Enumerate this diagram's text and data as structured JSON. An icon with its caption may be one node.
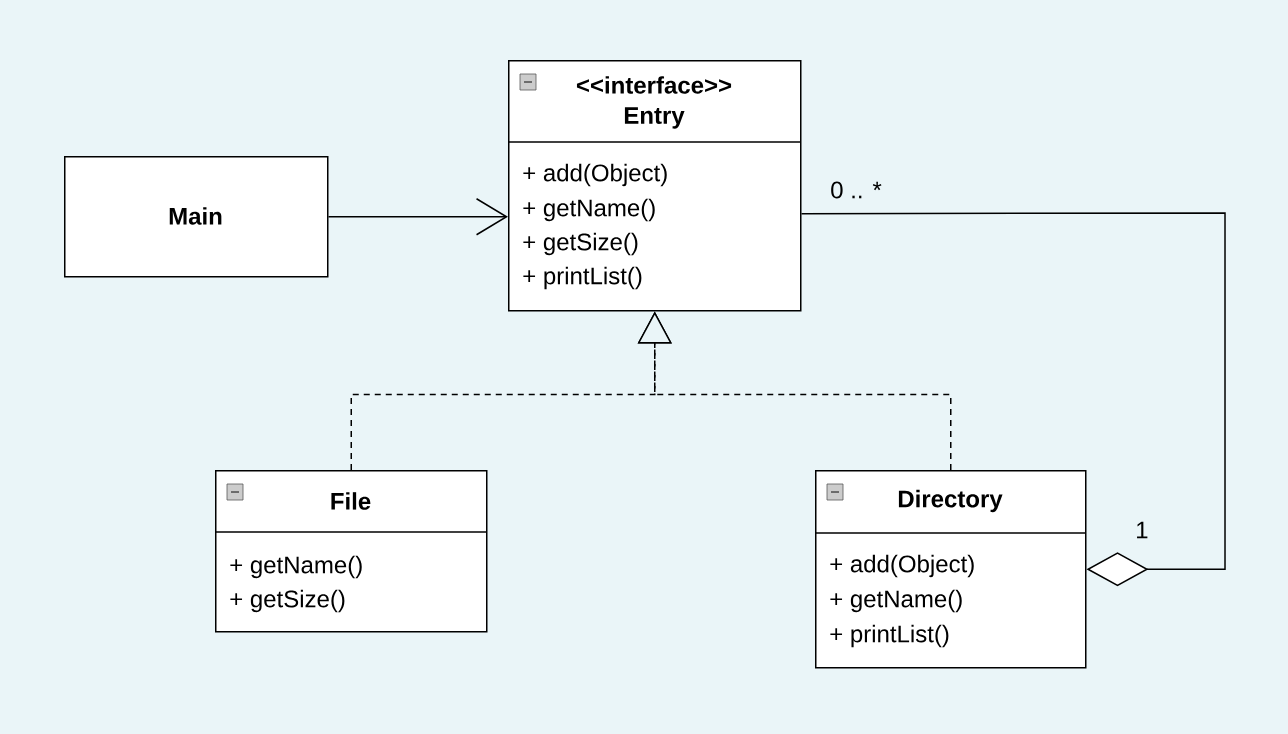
{
  "diagram": {
    "nodes": [
      {
        "text": [
          "Main"
        ]
      },
      {
        "text": [
          "<<interface>>",
          "Entry",
          "+ add(Object)",
          "+ getName()",
          "+ getSize()",
          "+ printList()"
        ]
      },
      {
        "text": [
          "File",
          "+ getName()",
          "+ getSize()"
        ]
      },
      {
        "text": [
          "Directory",
          "+ add(Object)",
          "+ getName()",
          "+ printList()"
        ]
      }
    ],
    "edges": [
      {
        "from": 0,
        "to": 1,
        "arrow": "to"
      },
      {
        "from": 2,
        "to": 1,
        "arrow": "to",
        "style": "dashed"
      },
      {
        "from": 3,
        "to": 1,
        "arrow": "to",
        "style": "dashed"
      },
      {
        "from": 1,
        "to": 3,
        "arrow": "other"
      }
    ],
    "labels": [
      "0 .. *",
      "1"
    ]
  }
}
